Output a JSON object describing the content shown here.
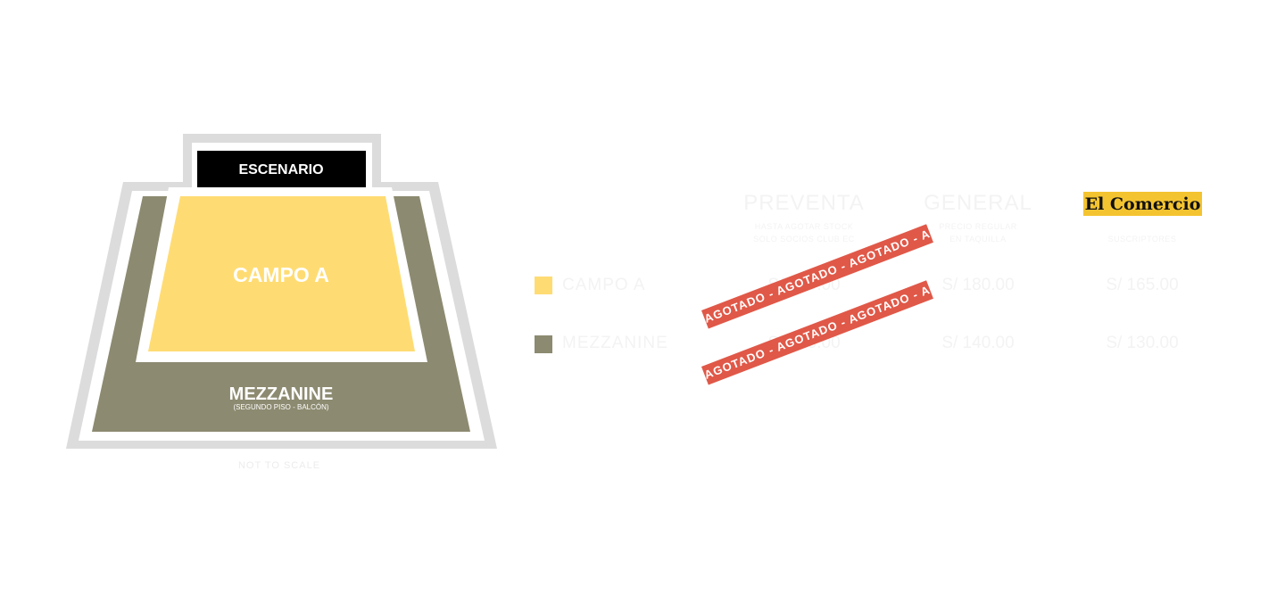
{
  "map": {
    "stage_label": "ESCENARIO",
    "campo_label": "CAMPO A",
    "mezzanine_label": "MEZZANINE",
    "mezzanine_sublabel": "(SEGUNDO PISO - BALCÓN)",
    "footer_note": "NOT TO SCALE",
    "colors": {
      "campo": "#ffdc73",
      "mezzanine": "#8c8a70",
      "outline": "#dcdcdc",
      "stage": "#000000"
    }
  },
  "pricing": {
    "columns": [
      {
        "title": "PREVENTA",
        "subtitle_lines": [
          "HASTA AGOTAR STOCK",
          "SOLO SOCIOS CLUB EC"
        ]
      },
      {
        "title": "GENERAL",
        "subtitle_lines": [
          "PRECIO REGULAR",
          "EN TAQUILLA"
        ]
      },
      {
        "title": "El Comercio",
        "subtitle_lines": [
          "SUSCRIPTORES"
        ]
      }
    ],
    "rows": [
      {
        "zone": "CAMPO A",
        "color": "#ffdc73",
        "prices": [
          "S/ 150.00",
          "S/ 180.00",
          "S/ 165.00"
        ],
        "sold_out_text": "AGOTADO - AGOTADO - AGOTADO - AGOTADO"
      },
      {
        "zone": "MEZZANINE",
        "color": "#8c8a70",
        "prices": [
          "S/ 120.00",
          "S/ 140.00",
          "S/ 130.00"
        ],
        "sold_out_text": "AGOTADO - AGOTADO - AGOTADO - AGOTADO"
      }
    ]
  }
}
